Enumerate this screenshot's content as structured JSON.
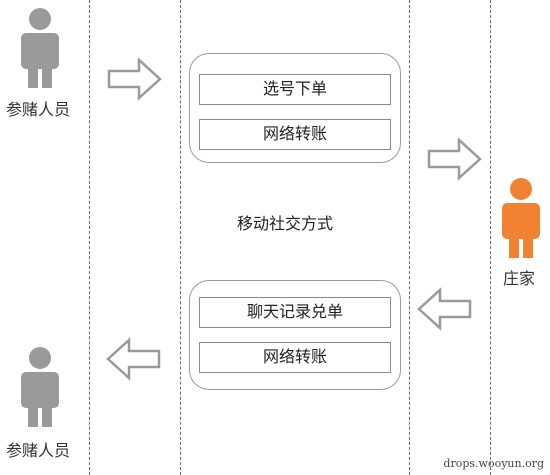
{
  "colors": {
    "participant": "#9a9a9a",
    "banker": "#f08232",
    "arrow_stroke": "#9a9a9a",
    "dashed_line": "#6a6a6a"
  },
  "participant_top": {
    "label": "参赌人员",
    "icon": "person-icon"
  },
  "participant_bottom": {
    "label": "参赌人员",
    "icon": "person-icon"
  },
  "banker": {
    "label": "庄家",
    "icon": "person-icon"
  },
  "top_group": {
    "items": [
      "选号下单",
      "网络转账"
    ]
  },
  "bottom_group": {
    "items": [
      "聊天记录兑单",
      "网络转账"
    ]
  },
  "center_label": "移动社交方式",
  "watermark": "drops.wooyun.org"
}
